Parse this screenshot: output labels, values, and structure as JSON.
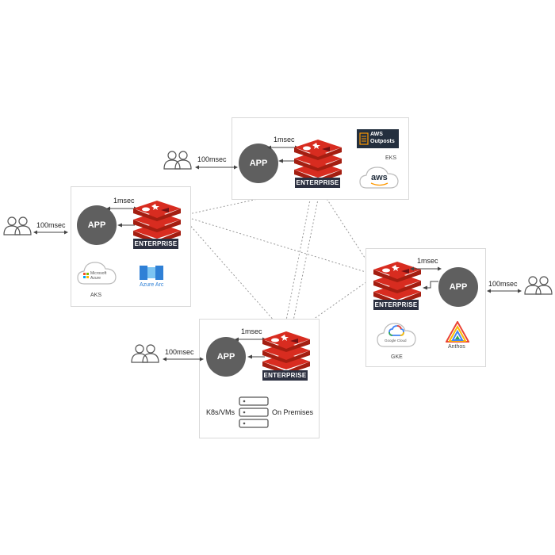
{
  "app_label": "APP",
  "enterprise_label": "ENTERPRISE",
  "local_latency": "1msec",
  "user_latency": "100msec",
  "panels": {
    "eks": {
      "cluster": "EKS",
      "aws_logo_text": "aws",
      "outposts_line1": "AWS",
      "outposts_line2": "Outposts"
    },
    "aks": {
      "cluster": "AKS",
      "azure_line1": "Microsoft",
      "azure_line2": "Azure",
      "azure_arc": "Azure Arc"
    },
    "gke": {
      "cluster": "GKE",
      "google_cloud": "Google Cloud",
      "anthos": "Anthos"
    },
    "onprem": {
      "k8s": "K8s/VMs",
      "on_premises": "On Premises"
    }
  },
  "colors": {
    "redis_red": "#c6302b",
    "redis_dark_red": "#a41e11",
    "enterprise_bg": "#2d3141",
    "app_gray": "#5f5f5f",
    "link_gray": "#9a9a9a"
  }
}
